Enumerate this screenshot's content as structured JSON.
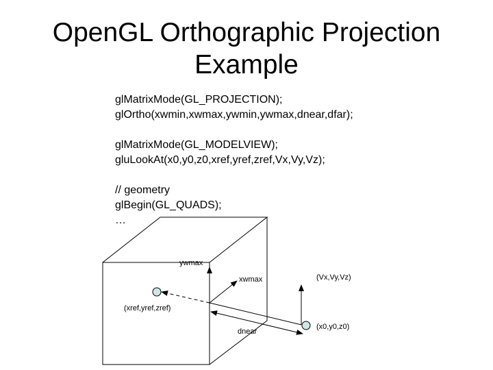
{
  "title": {
    "line1": "OpenGL Orthographic Projection",
    "line2": "Example"
  },
  "code": [
    "glMatrixMode(GL_PROJECTION);",
    "glOrtho(xwmin,xwmax,ywmin,ywmax,dnear,dfar);",
    "",
    "glMatrixMode(GL_MODELVIEW);",
    "gluLookAt(x0,y0,z0,xref,yref,zref,Vx,Vy,Vz);",
    "",
    "// geometry",
    "glBegin(GL_QUADS);",
    "…"
  ],
  "diagram": {
    "labels": {
      "ywmax": "ywmax",
      "xwmax": "xwmax",
      "up_vector": "(Vx,Vy,Vz)",
      "reference_point": "(xref,yref,zref)",
      "eye_point": "(x0,y0,z0)",
      "dnear": "dnear"
    },
    "colors": {
      "point_fill": "#cfe6e6",
      "stroke": "#000000"
    }
  }
}
